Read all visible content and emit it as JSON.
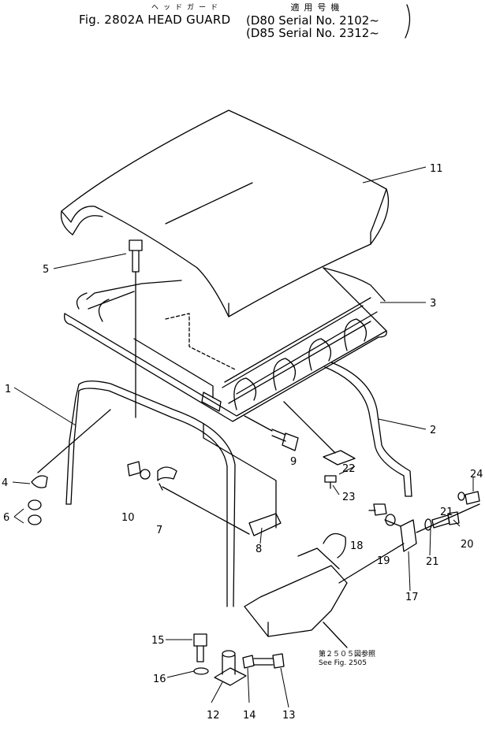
{
  "header": {
    "kana_title": "ヘッドガード",
    "figure_title": "Fig. 2802A  HEAD  GUARD",
    "applicable_models_label": "適用号機",
    "serials": [
      "(D80  Serial  No. 2102~",
      "(D85  Serial  No. 2312~"
    ]
  },
  "callouts": [
    {
      "id": "1",
      "label": "1"
    },
    {
      "id": "2",
      "label": "2"
    },
    {
      "id": "3",
      "label": "3"
    },
    {
      "id": "4",
      "label": "4"
    },
    {
      "id": "5",
      "label": "5"
    },
    {
      "id": "6",
      "label": "6"
    },
    {
      "id": "7",
      "label": "7"
    },
    {
      "id": "8",
      "label": "8"
    },
    {
      "id": "9",
      "label": "9"
    },
    {
      "id": "10",
      "label": "10"
    },
    {
      "id": "11",
      "label": "11"
    },
    {
      "id": "12",
      "label": "12"
    },
    {
      "id": "13",
      "label": "13"
    },
    {
      "id": "14",
      "label": "14"
    },
    {
      "id": "15",
      "label": "15"
    },
    {
      "id": "16",
      "label": "16"
    },
    {
      "id": "17",
      "label": "17"
    },
    {
      "id": "18",
      "label": "18"
    },
    {
      "id": "19",
      "label": "19"
    },
    {
      "id": "20",
      "label": "20"
    },
    {
      "id": "21a",
      "label": "21"
    },
    {
      "id": "21b",
      "label": "21"
    },
    {
      "id": "22",
      "label": "22"
    },
    {
      "id": "23",
      "label": "23"
    },
    {
      "id": "24",
      "label": "24"
    }
  ],
  "reference_note": {
    "jp": "第２５０５図参照",
    "en": "See Fig. 2505"
  }
}
